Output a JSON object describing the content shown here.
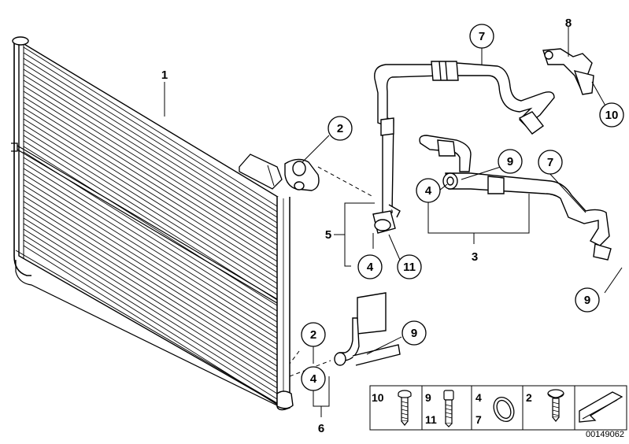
{
  "diagram": {
    "labels": {
      "p1": "1",
      "p2a": "2",
      "p2b": "2",
      "p3": "3",
      "p4a": "4",
      "p4b": "4",
      "p4c": "4",
      "p5": "5",
      "p6": "6",
      "p7a": "7",
      "p7b": "7",
      "p8": "8",
      "p9a": "9",
      "p9b": "9",
      "p9c": "9",
      "p10": "10",
      "p11": "11"
    },
    "legend": {
      "c1_top": "10",
      "c2_top": "9",
      "c2_bottom": "11",
      "c3_top": "4",
      "c3_bottom": "7",
      "c4_top": "2"
    },
    "diagram_id": "00149062"
  }
}
